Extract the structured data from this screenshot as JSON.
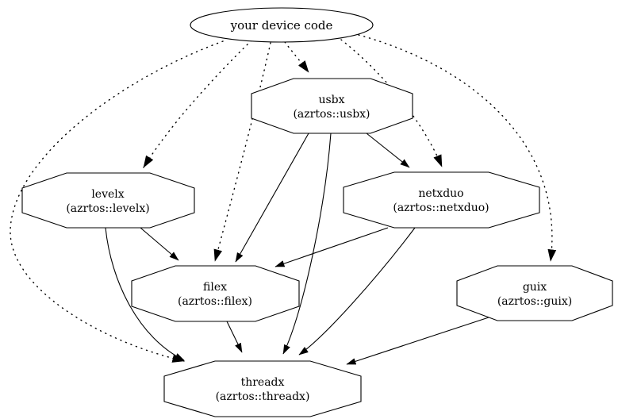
{
  "diagram": {
    "type": "dependency-graph",
    "background_color": "#ffffff",
    "line_color": "#000000",
    "nodes": {
      "device": {
        "label": "your device code",
        "shape": "ellipse"
      },
      "usbx": {
        "title": "usbx",
        "subtitle": "(azrtos::usbx)",
        "shape": "octagon"
      },
      "levelx": {
        "title": "levelx",
        "subtitle": "(azrtos::levelx)",
        "shape": "octagon"
      },
      "netxduo": {
        "title": "netxduo",
        "subtitle": "(azrtos::netxduo)",
        "shape": "octagon"
      },
      "filex": {
        "title": "filex",
        "subtitle": "(azrtos::filex)",
        "shape": "octagon"
      },
      "guix": {
        "title": "guix",
        "subtitle": "(azrtos::guix)",
        "shape": "octagon"
      },
      "threadx": {
        "title": "threadx",
        "subtitle": "(azrtos::threadx)",
        "shape": "octagon"
      }
    },
    "edges": [
      {
        "from": "your device code",
        "to": "usbx",
        "style": "dotted"
      },
      {
        "from": "your device code",
        "to": "levelx",
        "style": "dotted"
      },
      {
        "from": "your device code",
        "to": "filex",
        "style": "dotted"
      },
      {
        "from": "your device code",
        "to": "netxduo",
        "style": "dotted"
      },
      {
        "from": "your device code",
        "to": "guix",
        "style": "dotted"
      },
      {
        "from": "your device code",
        "to": "threadx",
        "style": "dotted"
      },
      {
        "from": "usbx",
        "to": "netxduo",
        "style": "solid"
      },
      {
        "from": "usbx",
        "to": "filex",
        "style": "solid"
      },
      {
        "from": "usbx",
        "to": "threadx",
        "style": "solid"
      },
      {
        "from": "levelx",
        "to": "filex",
        "style": "solid"
      },
      {
        "from": "levelx",
        "to": "threadx",
        "style": "solid"
      },
      {
        "from": "netxduo",
        "to": "filex",
        "style": "solid"
      },
      {
        "from": "netxduo",
        "to": "threadx",
        "style": "solid"
      },
      {
        "from": "filex",
        "to": "threadx",
        "style": "solid"
      },
      {
        "from": "guix",
        "to": "threadx",
        "style": "solid"
      }
    ]
  }
}
